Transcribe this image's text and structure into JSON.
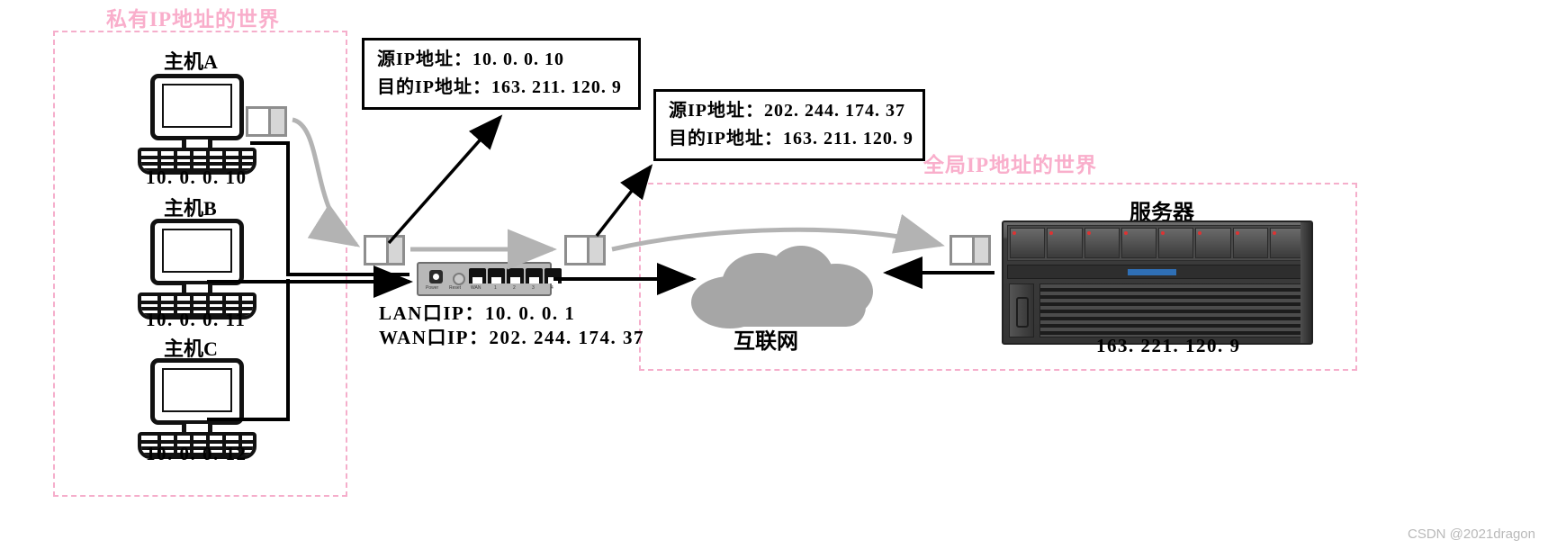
{
  "zones": {
    "private": {
      "title": "私有IP地址的世界"
    },
    "global": {
      "title": "全局IP地址的世界"
    }
  },
  "hosts": [
    {
      "name": "主机A",
      "ip": "10. 0. 0. 10"
    },
    {
      "name": "主机B",
      "ip": "10. 0. 0. 11"
    },
    {
      "name": "主机C",
      "ip": "10. 0. 0. 12"
    }
  ],
  "router": {
    "lan_label": "LAN口IP：10. 0. 0. 1",
    "wan_label": "WAN口IP：202. 244. 174. 37",
    "port_ticks": [
      "WAN",
      "1",
      "2",
      "3",
      "4"
    ],
    "power_label": "Power",
    "reset_label": "Reset"
  },
  "packets": [
    {
      "src": "源IP地址：10. 0. 0. 10",
      "dst": "目的IP地址：163. 211. 120. 9"
    },
    {
      "src": "源IP地址：202. 244. 174. 37",
      "dst": "目的IP地址：163. 211. 120. 9"
    }
  ],
  "internet": {
    "label": "互联网"
  },
  "server": {
    "name": "服务器",
    "ip": "163. 221. 120. 9"
  },
  "watermark": "CSDN @2021dragon",
  "colors": {
    "zone_border": "#f5aecb",
    "zone_title": "#f9aecb",
    "cloud": "#a6a6a6",
    "gray_arrow": "#b3b3b3",
    "black": "#000000"
  }
}
